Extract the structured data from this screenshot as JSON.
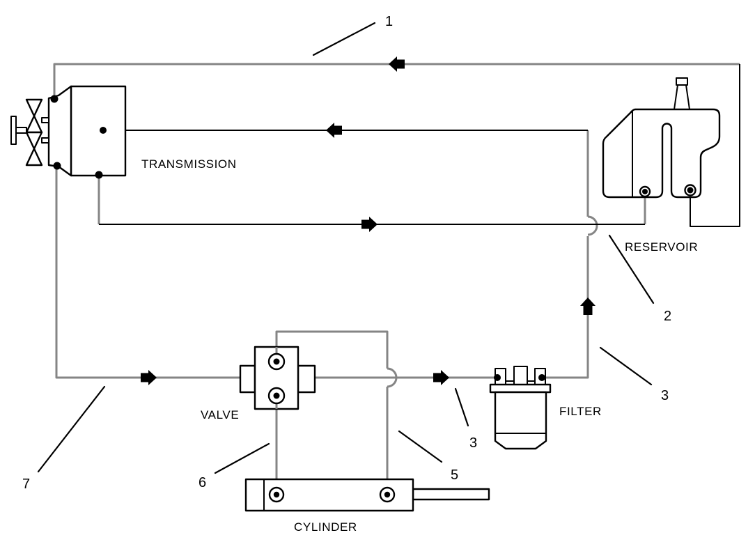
{
  "diagram": {
    "type": "hydraulic-circuit-schematic",
    "labels": {
      "transmission": "TRANSMISSION",
      "reservoir": "RESERVOIR",
      "valve": "VALVE",
      "filter": "FILTER",
      "cylinder": "CYLINDER"
    },
    "callouts": [
      {
        "label": "1"
      },
      {
        "label": "2"
      },
      {
        "label": "3"
      },
      {
        "label": "3"
      },
      {
        "label": "5"
      },
      {
        "label": "6"
      },
      {
        "label": "7"
      }
    ],
    "colors": {
      "background": "#ffffff",
      "ink": "#000000",
      "hose_gray": "#858585"
    }
  }
}
